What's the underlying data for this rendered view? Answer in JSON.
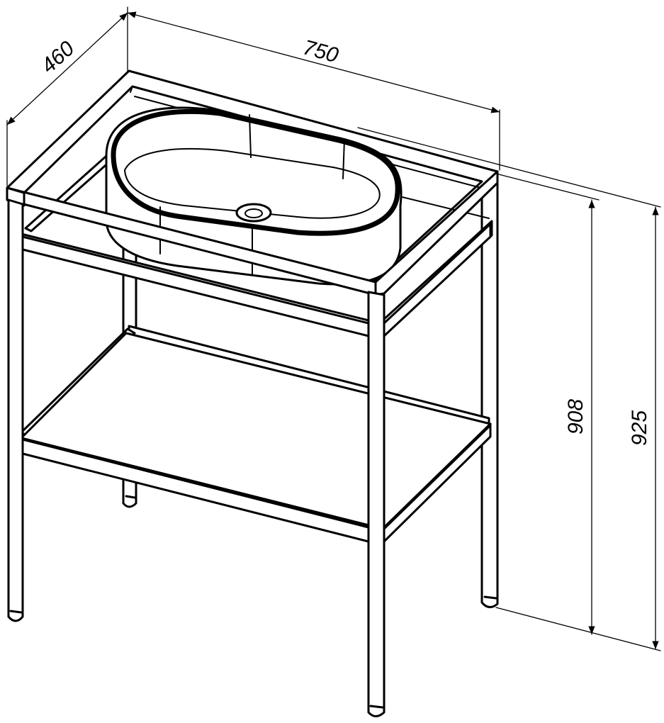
{
  "dimensions": {
    "width": "750",
    "depth": "460",
    "height_frame": "908",
    "height_total": "925"
  },
  "colors": {
    "line": "#000000",
    "background": "#ffffff"
  }
}
